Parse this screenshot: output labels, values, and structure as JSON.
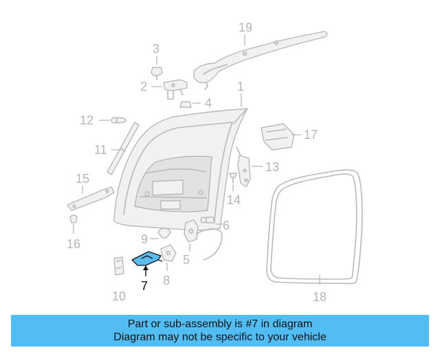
{
  "callouts": {
    "c1": "1",
    "c2": "2",
    "c3": "3",
    "c4": "4",
    "c5": "5",
    "c6": "6",
    "c7": "7",
    "c8": "8",
    "c9": "9",
    "c10": "10",
    "c11": "11",
    "c12": "12",
    "c13": "13",
    "c14": "14",
    "c15": "15",
    "c16": "16",
    "c17": "17",
    "c18": "18",
    "c19": "19"
  },
  "highlight": {
    "part": "7",
    "color": "#5bbcf0"
  },
  "banner": {
    "line1": "Part or sub-assembly is #7 in diagram",
    "line2": "Diagram may not be specific to your vehicle",
    "background": "#52bdf3"
  }
}
